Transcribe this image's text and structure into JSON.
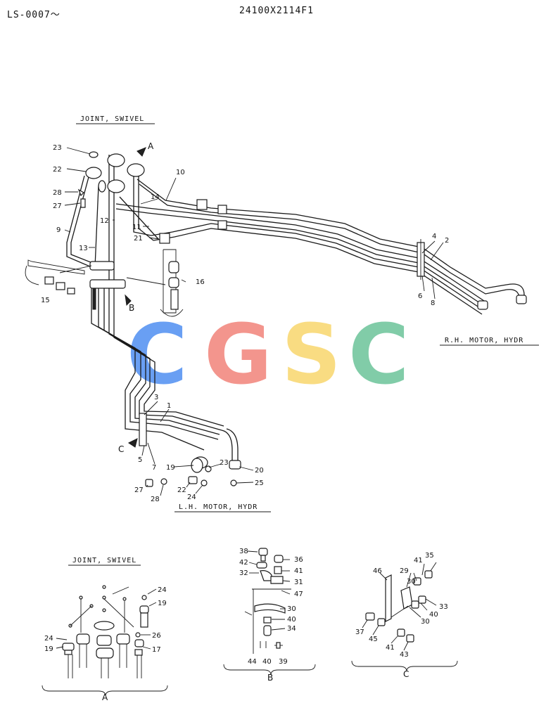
{
  "header": {
    "serial": "LS-0007～",
    "drawing_number": "24100X2114F1"
  },
  "titles": {
    "joint_swivel_main": "JOINT, SWIVEL",
    "rh_motor": "R.H. MOTOR, HYDR",
    "lh_motor": "L.H. MOTOR, HYDR",
    "joint_swivel_detail": "JOINT, SWIVEL"
  },
  "views": {
    "a_pointer": "A",
    "b_pointer": "B",
    "c_pointer": "C",
    "a_caption": "A",
    "b_caption": "B",
    "c_caption": "C"
  },
  "watermark": {
    "letters": [
      "C",
      "G",
      "S",
      "C"
    ],
    "colors": [
      "#4f8ff2",
      "#f2837a",
      "#f8d66d",
      "#6cc49a"
    ]
  },
  "labels": {
    "main": [
      "23",
      "22",
      "28",
      "27",
      "9",
      "13",
      "15",
      "14",
      "12",
      "10",
      "11",
      "21",
      "16",
      "4",
      "2",
      "6",
      "8",
      "3",
      "1",
      "5",
      "7",
      "19",
      "23",
      "20",
      "25",
      "27",
      "28",
      "22",
      "24"
    ],
    "detail_a": [
      "24",
      "19",
      "24",
      "19",
      "26",
      "17"
    ],
    "detail_b": [
      "38",
      "36",
      "42",
      "41",
      "32",
      "31",
      "47",
      "30",
      "40",
      "34",
      "44",
      "40",
      "39"
    ],
    "detail_c": [
      "46",
      "41",
      "35",
      "29",
      "30",
      "40",
      "33",
      "30",
      "37",
      "45",
      "41",
      "43"
    ]
  }
}
